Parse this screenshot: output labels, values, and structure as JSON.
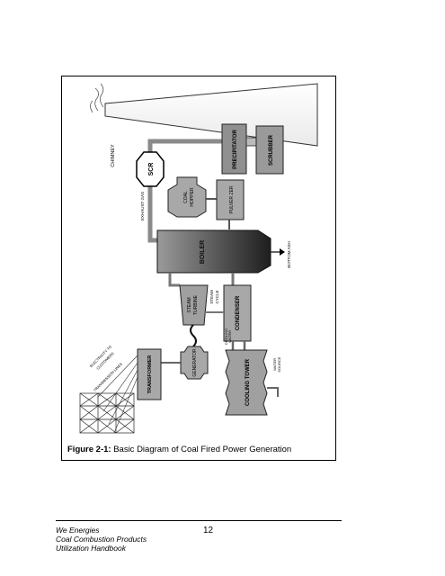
{
  "figure": {
    "caption_label": "Figure 2-1:",
    "caption_text": " Basic Diagram of Coal Fired Power Generation",
    "labels": {
      "chimney": "CHIMNEY",
      "precipitator": "PRECIPITATOR",
      "scrubber": "SCRUBBER",
      "scr": "SCR",
      "exhaust_gas": "EXHAUST GAS",
      "coal_hopper_1": "COAL",
      "coal_hopper_2": "HOPPER",
      "pulverizer": "PULVER ZER",
      "boiler": "BOILER",
      "bottom_ash": "BOTTOM ASH",
      "steam_turbine_1": "STEAM",
      "steam_turbine_2": "TURBINE",
      "steam_cycle_1": "STEAM",
      "steam_cycle_2": "CYCLE",
      "condenser": "CONDENSER",
      "cooling_water_1": "COOLING",
      "cooling_water_2": "WATER",
      "generator": "GENERATOR",
      "transformer": "TRANSFORMER",
      "electricity_1": "ELECTRICITY TO",
      "electricity_2": "CUSTOMERS",
      "transmission_lines": "TRANSMISSION LINES",
      "cooling_tower": "COOLING TOWER",
      "water_source_1": "WATER",
      "water_source_2": "SOURCE"
    }
  },
  "footer": {
    "line1": "We Energies",
    "line2": "Coal Combustion Products",
    "line3": "Utilization Handbook",
    "page_number": "12"
  }
}
